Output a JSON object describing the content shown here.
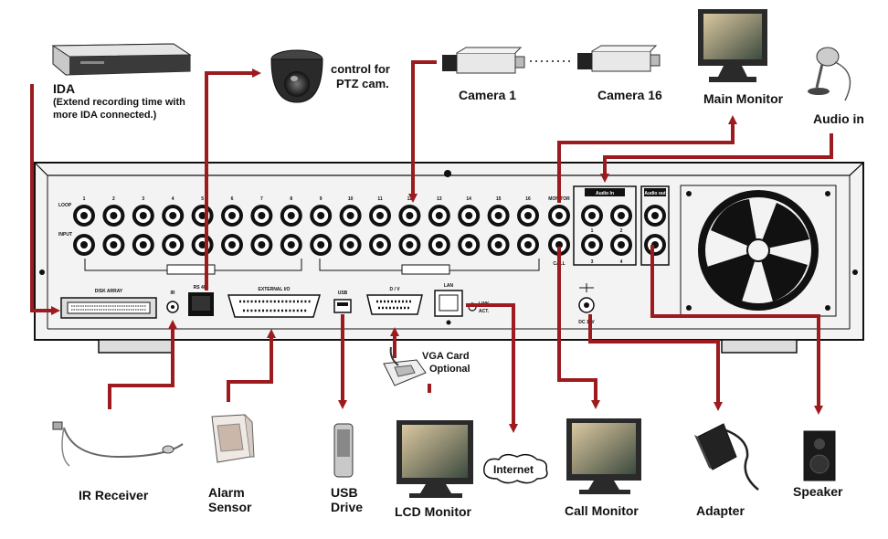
{
  "colors": {
    "wire": "#9b1b1e",
    "panel": "#f4f4f4",
    "panel_edge": "#111111",
    "monitor_frame": "#2a2a2a"
  },
  "labels": {
    "ida": "IDA",
    "ida_note_1": "(Extend recording time with",
    "ida_note_2": "more IDA connected.)",
    "ptz": "control for",
    "ptz_2": "PTZ cam.",
    "camera1": "Camera 1",
    "camera16": "Camera 16",
    "main_monitor": "Main Monitor",
    "audio_in": "Audio in",
    "vga_card": "VGA Card",
    "vga_optional": "Optional",
    "ir_receiver": "IR Receiver",
    "alarm_1": "Alarm",
    "alarm_2": "Sensor",
    "usb_1": "USB",
    "usb_2": "Drive",
    "lcd_monitor": "LCD Monitor",
    "internet": "Internet",
    "call_monitor": "Call Monitor",
    "adapter": "Adapter",
    "speaker": "Speaker"
  },
  "panel": {
    "loop": "LOOP",
    "input": "INPUT",
    "channels": [
      "1",
      "2",
      "3",
      "4",
      "5",
      "6",
      "7",
      "8",
      "9",
      "10",
      "11",
      "12",
      "13",
      "14",
      "15",
      "16"
    ],
    "monitor": "MONITOR",
    "call": "CALL",
    "audio_in": "Audio In",
    "audio_out": "Audio out",
    "audio_ch": [
      "1",
      "2",
      "3",
      "4"
    ],
    "disk_array": "DISK ARRAY",
    "ir": "IR",
    "rs485": "RS 485",
    "external_io": "EXTERNAL I/O",
    "usb": "USB",
    "dv": "D / V",
    "lan": "LAN",
    "link": "LINK",
    "act": "ACT.",
    "dc": "DC 19V"
  },
  "icons": [
    "ida-device-icon",
    "ptz-camera-icon",
    "camera-icon",
    "monitor-icon",
    "microphone-icon",
    "ir-cable-icon",
    "alarm-sensor-icon",
    "usb-drive-icon",
    "vga-card-icon",
    "adapter-icon",
    "speaker-icon",
    "fan-icon"
  ]
}
